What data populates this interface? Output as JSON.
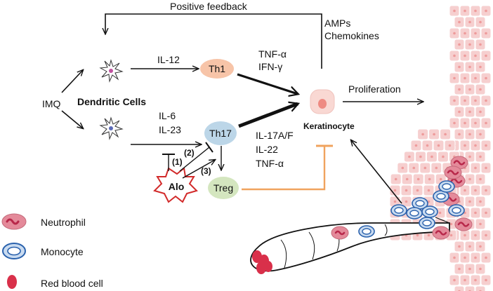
{
  "labels": {
    "positive_feedback": "Positive feedback",
    "amps": "AMPs",
    "chemokines": "Chemokines",
    "imq": "IMQ",
    "dendritic_cells": "Dendritic Cells",
    "il12": "IL-12",
    "th1": "Th1",
    "tnf_alpha_1": "TNF-α",
    "ifn_gamma": "IFN-γ",
    "proliferation": "Proliferation",
    "keratinocyte": "Keratinocyte",
    "il6": "IL-6",
    "il23": "IL-23",
    "th17": "Th17",
    "il17af": "IL-17A/F",
    "il22": "IL-22",
    "tnf_alpha_2": "TNF-α",
    "path1": "(1)",
    "path2": "(2)",
    "path3": "(3)",
    "alo": "Alo",
    "treg": "Treg"
  },
  "legend": [
    {
      "label": "Neutrophil",
      "icon": "neutrophil-icon"
    },
    {
      "label": "Monocyte",
      "icon": "monocyte-icon"
    },
    {
      "label": "Red blood cell",
      "icon": "red-blood-cell-icon"
    }
  ],
  "colors": {
    "th1": "#f7c4a8",
    "th17": "#bcd6e8",
    "treg": "#d4e6bf",
    "alo_stroke": "#d22a2a",
    "inhibition": "#f0a35e",
    "skin": "#f6cfcf",
    "skin_nucleus": "#ee9b9b",
    "neutrophil": "#e48a9a",
    "neutrophil_nucleus": "#b8284a",
    "monocyte_fill": "#c9dbf0",
    "monocyte_stroke": "#2b62ad",
    "rbc": "#d9304a"
  }
}
